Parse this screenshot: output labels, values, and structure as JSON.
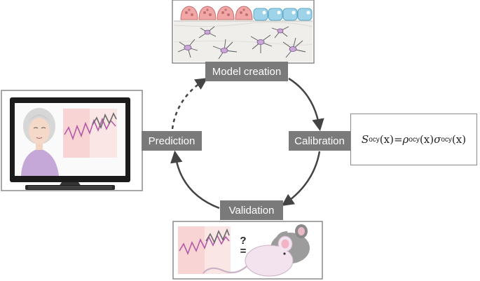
{
  "stages": {
    "model_creation": "Model creation",
    "calibration": "Calibration",
    "validation": "Validation",
    "prediction": "Prediction"
  },
  "formula": {
    "lhs_symbol": "S",
    "density_symbol": "ρ",
    "stress_symbol": "σ",
    "subscript": "ocy",
    "argument": "(x)",
    "equals": "="
  },
  "validation_panel": {
    "question_mark": "?",
    "equals_sign": "="
  },
  "colors": {
    "label_background": "#7a7a7a",
    "arrow": "#444444",
    "chart_background": "#f8d4d4",
    "chart_background_light": "#fbe6e6",
    "trace_purple": "#b45aa8",
    "trace_gray": "#6a6a6a",
    "pink_cell": "#f2a7a7",
    "blue_cell": "#9fd3ea"
  },
  "icons": [
    "bone-tissue-illustration",
    "computer-monitor-icon",
    "elderly-woman-illustration",
    "mouse-illustration",
    "keyboard-icon"
  ]
}
